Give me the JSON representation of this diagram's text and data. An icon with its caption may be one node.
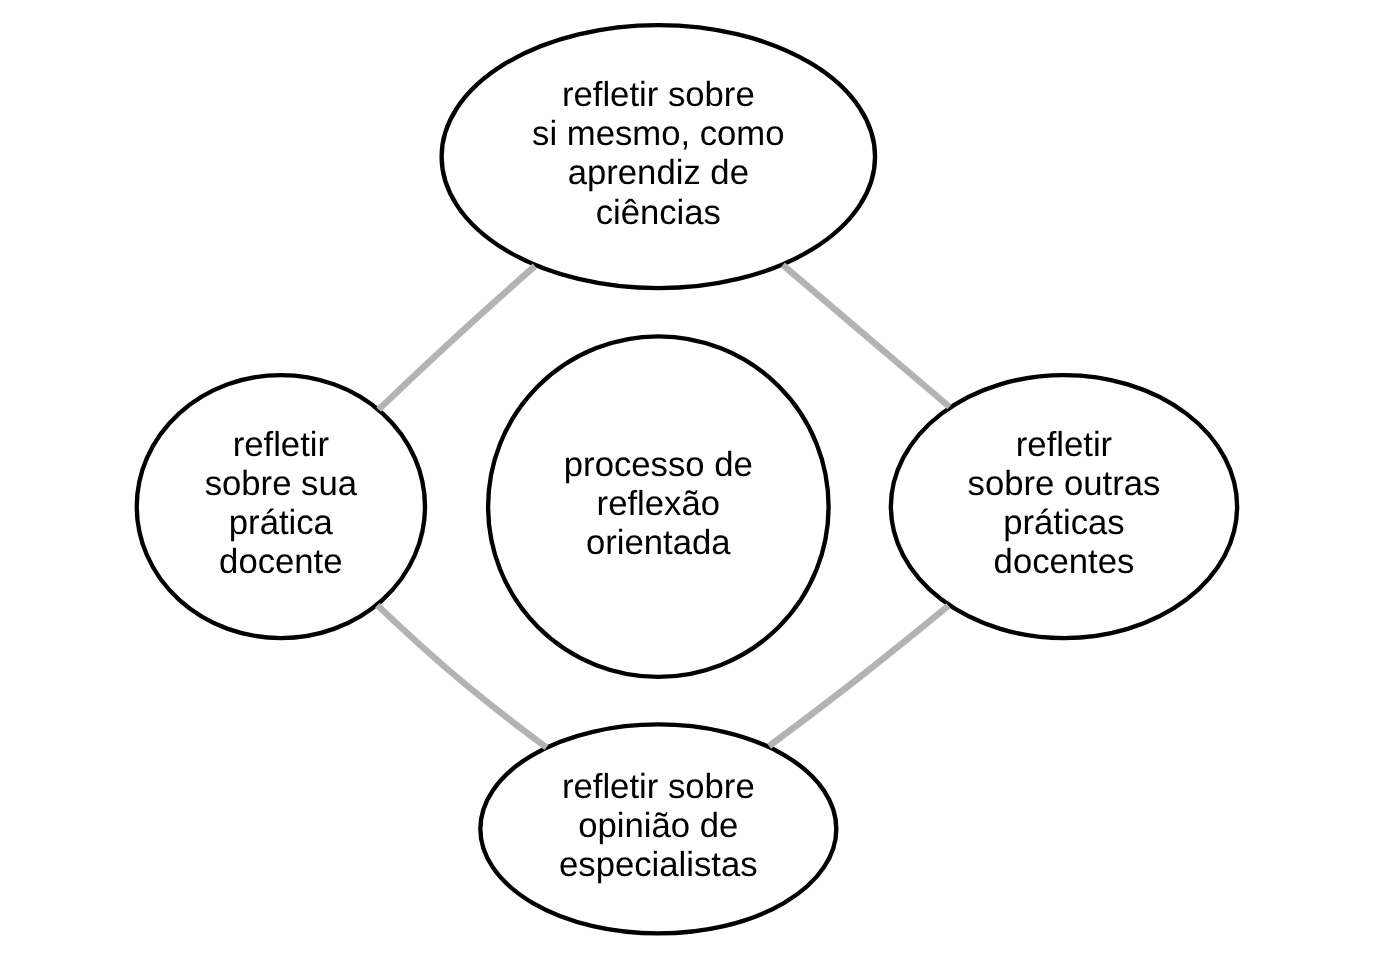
{
  "diagram": {
    "nodes": [
      {
        "text": [
          "refletir sobre si mesmo, como aprendiz de ciências"
        ]
      },
      {
        "text": [
          "refletir sobre sua prática docente"
        ]
      },
      {
        "text": [
          "processo de reflexão orientada"
        ]
      },
      {
        "text": [
          "refletir sobre outras práticas docentes"
        ]
      },
      {
        "text": [
          "refletir sobre opinião de especialistas"
        ]
      }
    ],
    "edges": [
      {
        "from": 0,
        "to": 3,
        "arrow": "none"
      },
      {
        "from": 3,
        "to": 4,
        "arrow": "none"
      },
      {
        "from": 4,
        "to": 1,
        "arrow": "none"
      },
      {
        "from": 1,
        "to": 0,
        "arrow": "none"
      }
    ]
  }
}
